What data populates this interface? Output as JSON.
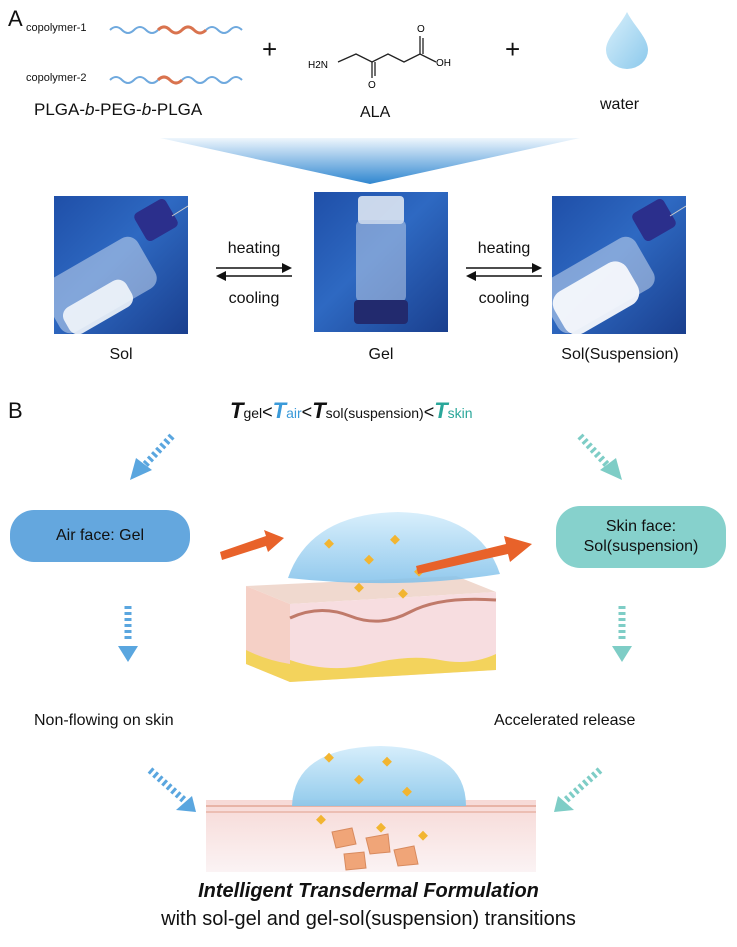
{
  "panel_a": {
    "letter": "A",
    "copolymer1": "copolymer-1",
    "copolymer2": "copolymer-2",
    "polymer_name": "PLGA-b-PEG-b-PLGA",
    "plus": "+",
    "ala_label": "ALA",
    "ala_nh2": "H2N",
    "ala_oh": "OH",
    "ala_o": "O",
    "water_label": "water",
    "states": [
      "Sol",
      "Gel",
      "Sol(Suspension)"
    ],
    "arrow_top": "heating",
    "arrow_bottom": "cooling"
  },
  "panel_b": {
    "letter": "B",
    "equation": {
      "t": "T",
      "gel": "gel",
      "air": "air",
      "sol": "sol(suspension)",
      "skin": "skin",
      "lt": "<"
    },
    "air_face": "Air face: Gel",
    "skin_face_line1": "Skin face:",
    "skin_face_line2": "Sol(suspension)",
    "non_flowing": "Non-flowing on skin",
    "accelerated": "Accelerated release",
    "title": "Intelligent Transdermal Formulation",
    "subtitle": "with sol-gel and gel-sol(suspension) transitions"
  },
  "colors": {
    "blue": "#3a9ad9",
    "teal": "#2aa79a",
    "air_pill": "#64a7de",
    "skin_pill": "#86d1cc",
    "orange": "#e8622a",
    "pink_wave": "#d9734e"
  }
}
